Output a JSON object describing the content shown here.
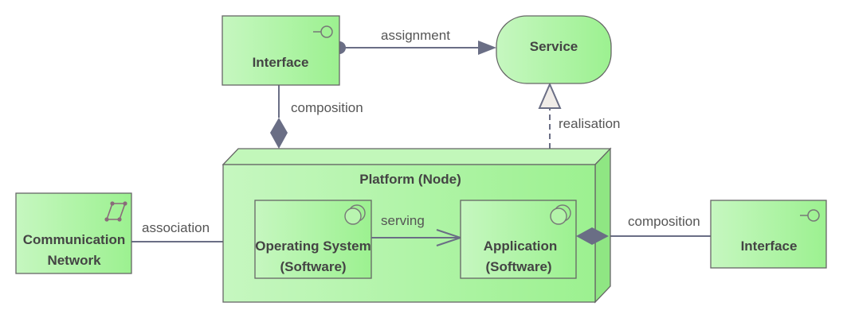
{
  "colors": {
    "element_fill_light": "#c6f7c0",
    "element_fill_dark": "#9cf190",
    "border": "#666666",
    "connector": "#6a6e85",
    "text": "#444444"
  },
  "elements": {
    "interface_top": {
      "label": "Interface",
      "icon": "interface-icon"
    },
    "service": {
      "label": "Service"
    },
    "platform": {
      "label": "Platform (Node)"
    },
    "comm_network": {
      "line1": "Communication",
      "line2": "Network",
      "icon": "communication-network-icon"
    },
    "operating_system": {
      "line1": "Operating System",
      "line2": "(Software)",
      "icon": "system-software-icon"
    },
    "application": {
      "line1": "Application",
      "line2": "(Software)",
      "icon": "system-software-icon"
    },
    "interface_right": {
      "label": "Interface",
      "icon": "interface-icon"
    }
  },
  "relationships": {
    "assignment": "assignment",
    "composition_top": "composition",
    "realisation": "realisation",
    "association": "association",
    "serving": "serving",
    "composition_right": "composition"
  }
}
